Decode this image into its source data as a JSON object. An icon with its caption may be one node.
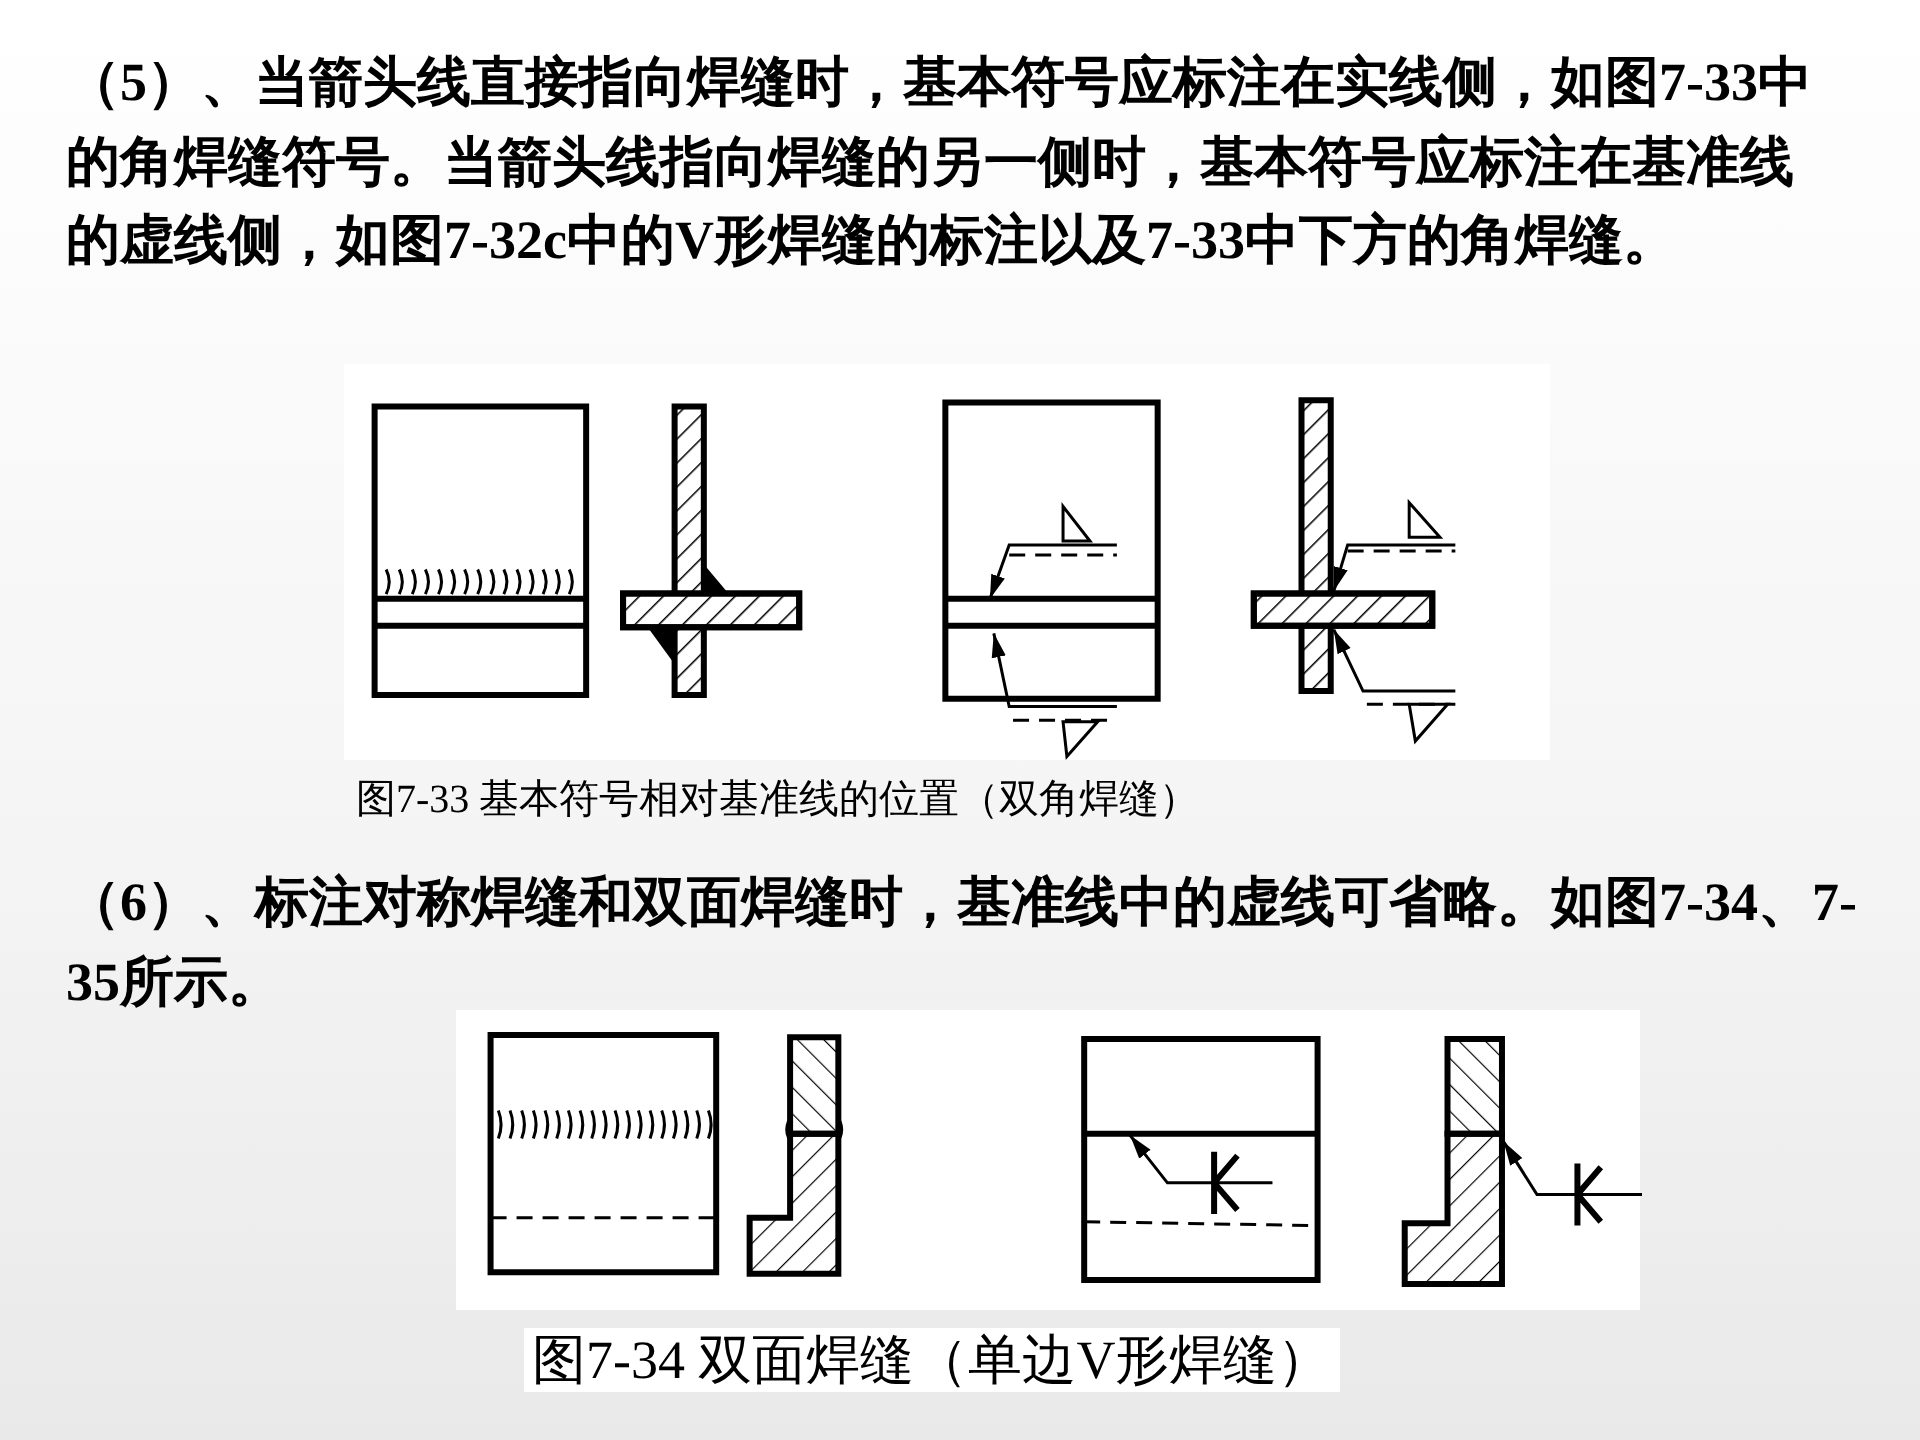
{
  "diagram": {
    "labels": [
      "（5）、当箭头线直接指向焊缝时，基本符号应标注在实线侧，如图7-33中的角焊缝符号。当箭头线指向焊缝的另一侧时，基本符号应标注在基准线的虚线侧，如图7-32c中的V形焊缝的标注以及7-33中下方的角焊缝。",
      "图7-33 基本符号相对基准线的位置（双角焊缝）",
      "（6）、标注对称焊缝和双面焊缝时，基准线中的虚线可省略。如图7-34、7-35所示。",
      "图7-34  双面焊缝（单边V形焊缝）"
    ]
  }
}
